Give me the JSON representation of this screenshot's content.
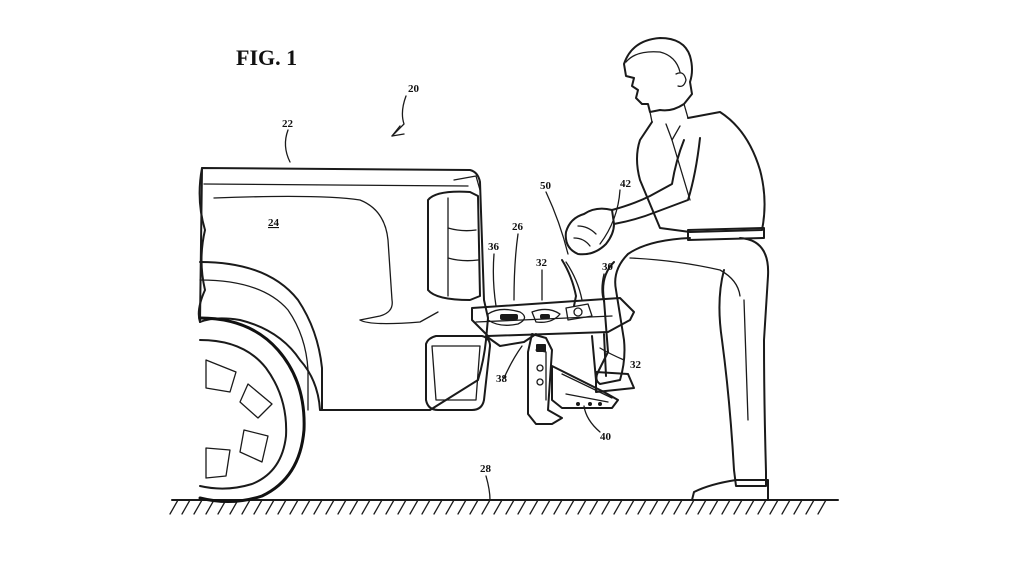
{
  "figure": {
    "title": "FIG. 1",
    "refs": {
      "r20": "20",
      "r22": "22",
      "r24": "24",
      "r26": "26",
      "r28": "28",
      "r30": "30",
      "r32a": "32",
      "r32b": "32",
      "r36": "36",
      "r38": "38",
      "r40": "40",
      "r42": "42",
      "r50": "50"
    }
  },
  "colors": {
    "ink": "#1a1a1a",
    "background": "#ffffff"
  }
}
